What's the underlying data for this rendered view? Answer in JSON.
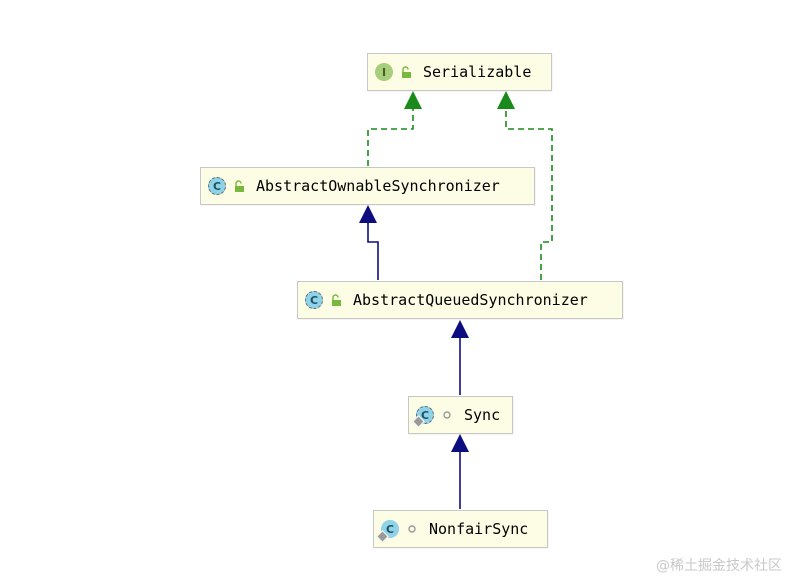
{
  "nodes": [
    {
      "name": "Serializable",
      "kind": "interface",
      "kind_letter": "I",
      "visibility": "public"
    },
    {
      "name": "AbstractOwnableSynchronizer",
      "kind": "abstract-class",
      "kind_letter": "C",
      "visibility": "public"
    },
    {
      "name": "AbstractQueuedSynchronizer",
      "kind": "abstract-class",
      "kind_letter": "C",
      "visibility": "public"
    },
    {
      "name": "Sync",
      "kind": "abstract-class",
      "kind_letter": "C",
      "visibility": "package-private"
    },
    {
      "name": "NonfairSync",
      "kind": "class",
      "kind_letter": "C",
      "visibility": "package-private"
    }
  ],
  "edges": [
    {
      "from": "AbstractOwnableSynchronizer",
      "to": "Serializable",
      "relation": "implements"
    },
    {
      "from": "AbstractQueuedSynchronizer",
      "to": "Serializable",
      "relation": "implements"
    },
    {
      "from": "AbstractQueuedSynchronizer",
      "to": "AbstractOwnableSynchronizer",
      "relation": "extends"
    },
    {
      "from": "Sync",
      "to": "AbstractQueuedSynchronizer",
      "relation": "extends"
    },
    {
      "from": "NonfairSync",
      "to": "Sync",
      "relation": "extends"
    }
  ],
  "colors": {
    "implements": "#1a8a1a",
    "extends": "#0d0d80",
    "node_fill": "#fdfde5",
    "node_border": "#c7c7c7"
  },
  "watermark": "@稀土掘金技术社区"
}
